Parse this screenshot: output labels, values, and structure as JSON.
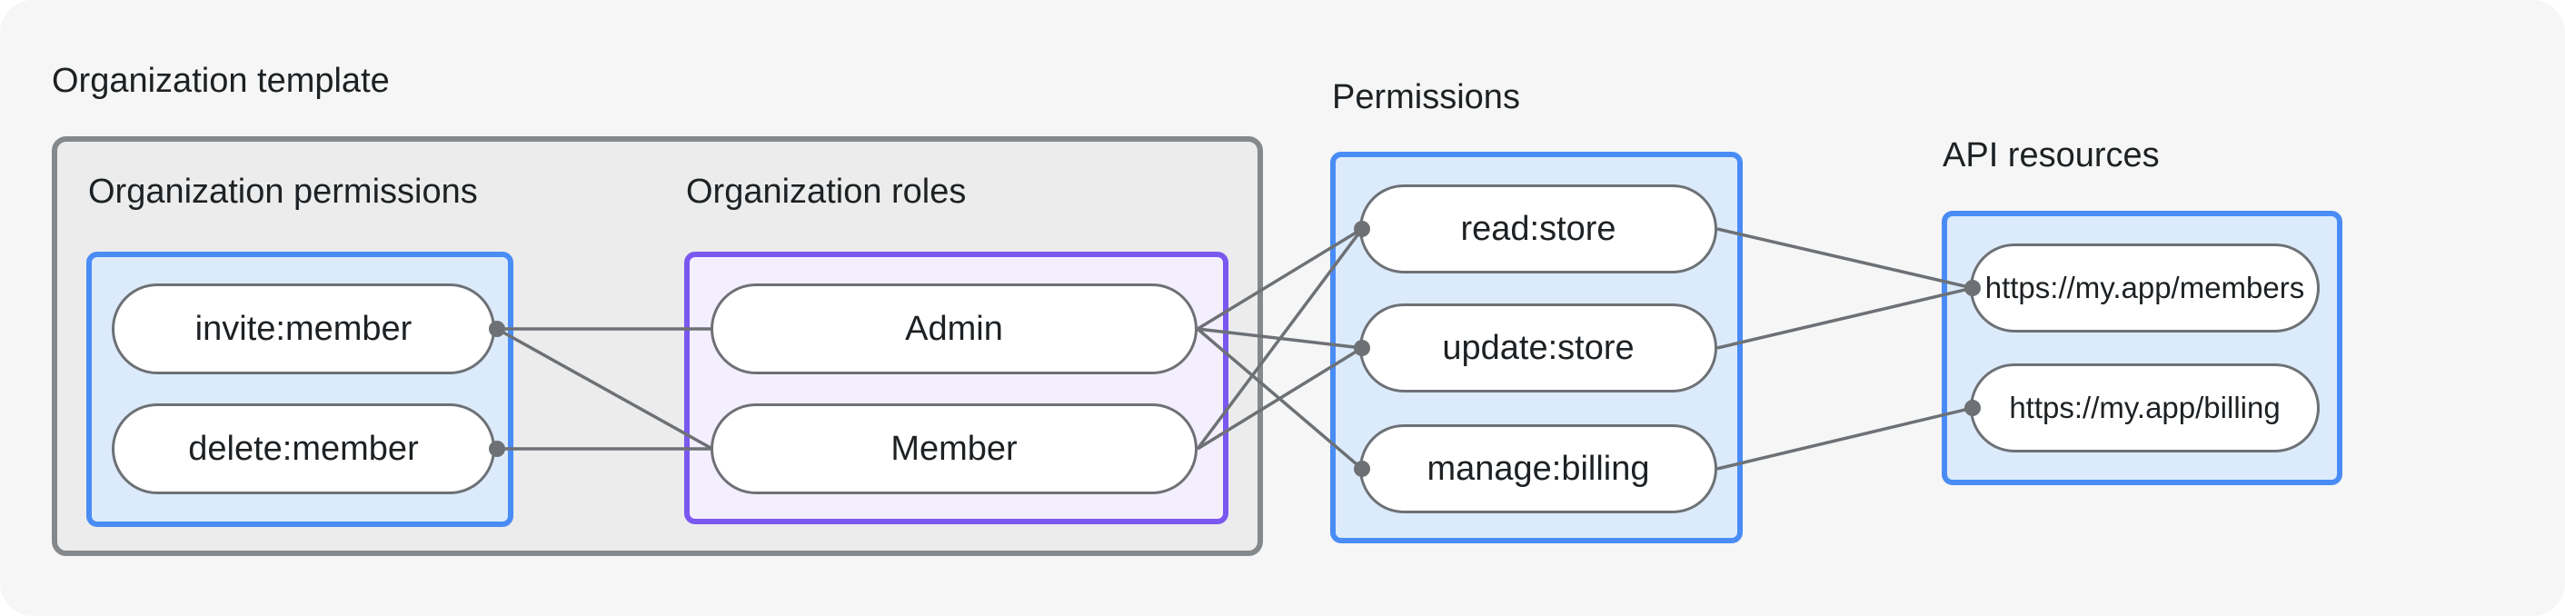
{
  "labels": {
    "org_template": "Organization template",
    "org_permissions": "Organization permissions",
    "org_roles": "Organization roles",
    "permissions": "Permissions",
    "api_resources": "API resources"
  },
  "nodes": {
    "invite_member": "invite:member",
    "delete_member": "delete:member",
    "admin": "Admin",
    "member": "Member",
    "read_store": "read:store",
    "update_store": "update:store",
    "manage_billing": "manage:billing",
    "api_members": "https://my.app/members",
    "api_billing": "https://my.app/billing"
  },
  "edges": [
    {
      "from": "invite:member",
      "to": "Admin"
    },
    {
      "from": "invite:member",
      "to": "Member"
    },
    {
      "from": "delete:member",
      "to": "Member"
    },
    {
      "from": "Admin",
      "to": "read:store"
    },
    {
      "from": "Admin",
      "to": "update:store"
    },
    {
      "from": "Admin",
      "to": "manage:billing"
    },
    {
      "from": "Member",
      "to": "read:store"
    },
    {
      "from": "Member",
      "to": "update:store"
    },
    {
      "from": "read:store",
      "to": "https://my.app/members"
    },
    {
      "from": "update:store",
      "to": "https://my.app/members"
    },
    {
      "from": "manage:billing",
      "to": "https://my.app/billing"
    }
  ],
  "colors": {
    "canvas_bg": "#f5f6f5",
    "outer_border": "#85898c",
    "outer_fill": "#ebeceb",
    "blue_border": "#4a8cf5",
    "blue_fill": "#dcebfc",
    "purple_border": "#7a58f0",
    "purple_fill": "#f4effe",
    "node_border": "#6d7175",
    "node_fill": "#ffffff",
    "connector": "#6d7175",
    "text": "#1d2124"
  }
}
